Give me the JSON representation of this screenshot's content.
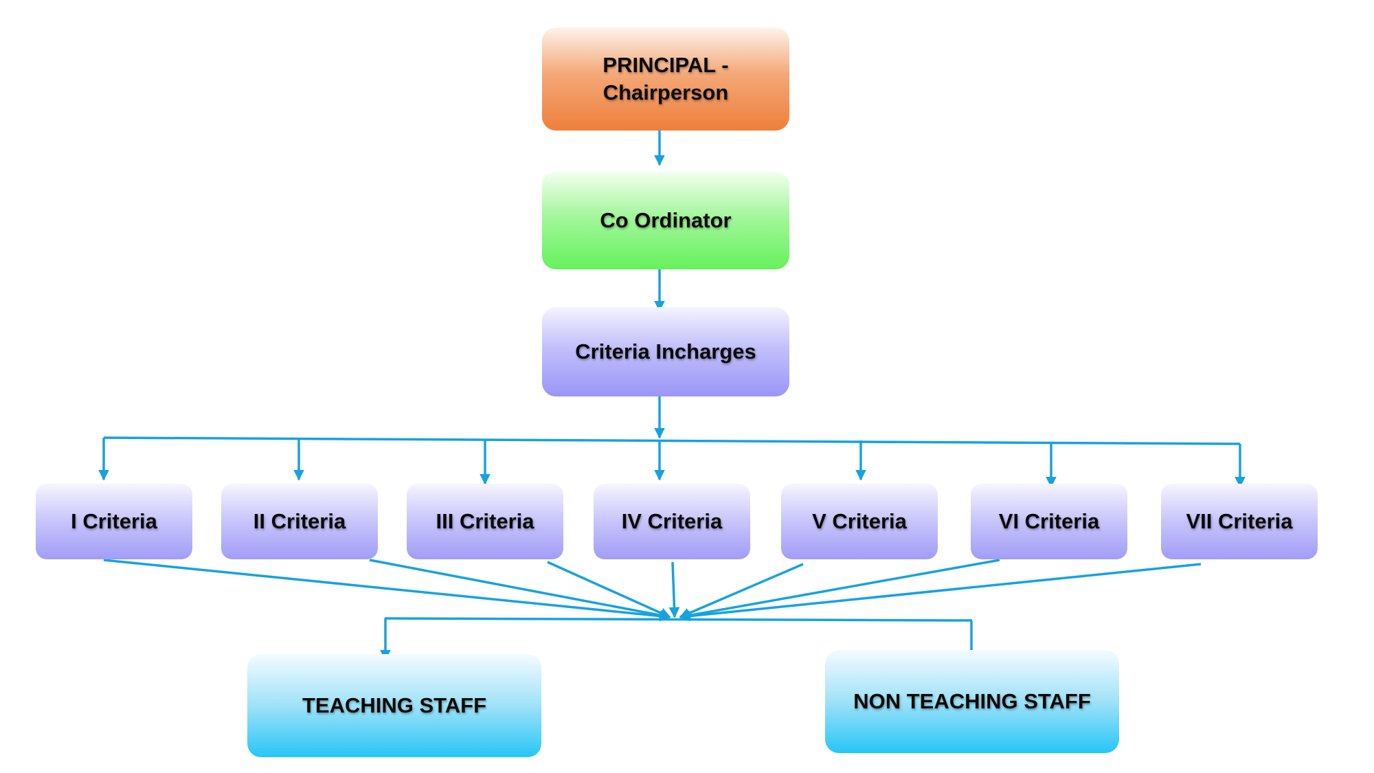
{
  "principal": {
    "line1": "PRINCIPAL -",
    "line2": "Chairperson"
  },
  "coordinator": {
    "label": "Co Ordinator"
  },
  "incharges": {
    "label": "Criteria Incharges"
  },
  "criteria": [
    {
      "label": "I Criteria"
    },
    {
      "label": "II Criteria"
    },
    {
      "label": "III Criteria"
    },
    {
      "label": "IV Criteria"
    },
    {
      "label": "V Criteria"
    },
    {
      "label": "VI Criteria"
    },
    {
      "label": "VII Criteria"
    }
  ],
  "staff": {
    "teaching": "TEACHING STAFF",
    "non_teaching": "NON TEACHING STAFF"
  },
  "colors": {
    "connector": "#17a2df",
    "principal": "#ee7f3b",
    "coordinator": "#66f15c",
    "criteria": "#a19df7",
    "staff": "#26c6f7"
  }
}
